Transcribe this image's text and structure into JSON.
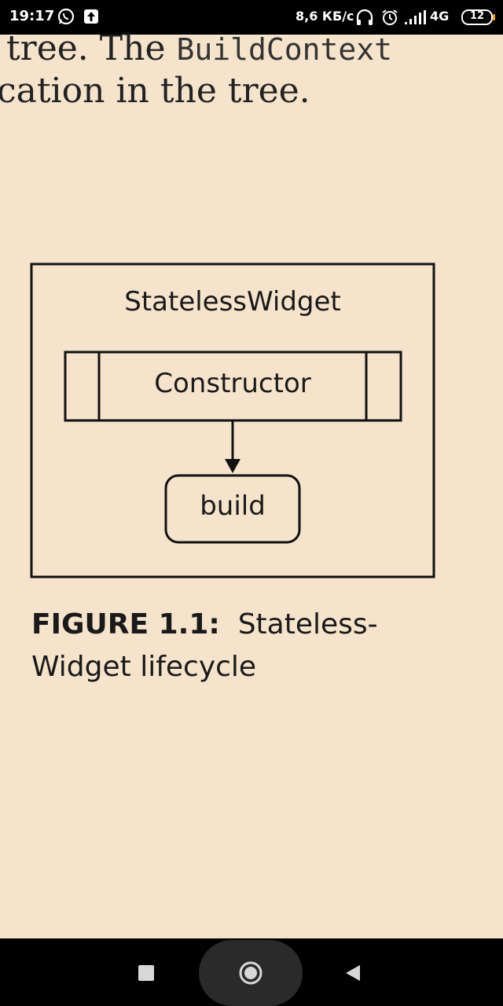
{
  "status_bar": {
    "time": "19:17",
    "network_speed": "8,6 КБ/с",
    "network_type": "4G",
    "battery_level": "12",
    "icons": [
      "whatsapp-icon",
      "upload-icon",
      "headset-icon",
      "alarm-icon",
      "signal-icon",
      "battery-icon"
    ]
  },
  "page": {
    "line1_before": "tree. The ",
    "line1_code": "BuildContext",
    "line2": "cation in the tree."
  },
  "figure": {
    "title": "StatelessWidget",
    "constructor_label": "Constructor",
    "build_label": "build",
    "caption_label": "FIGURE 1.1:",
    "caption_text": "Stateless-Widget lifecycle",
    "caption_line1": "Stateless-",
    "caption_line2": "Widget lifecycle"
  },
  "nav_bar": {
    "icons": [
      "recent-apps-icon",
      "home-icon",
      "back-icon"
    ]
  },
  "colors": {
    "page_background": "#f5e3cc",
    "bars": "#000000",
    "ink": "#1a1a1a"
  }
}
